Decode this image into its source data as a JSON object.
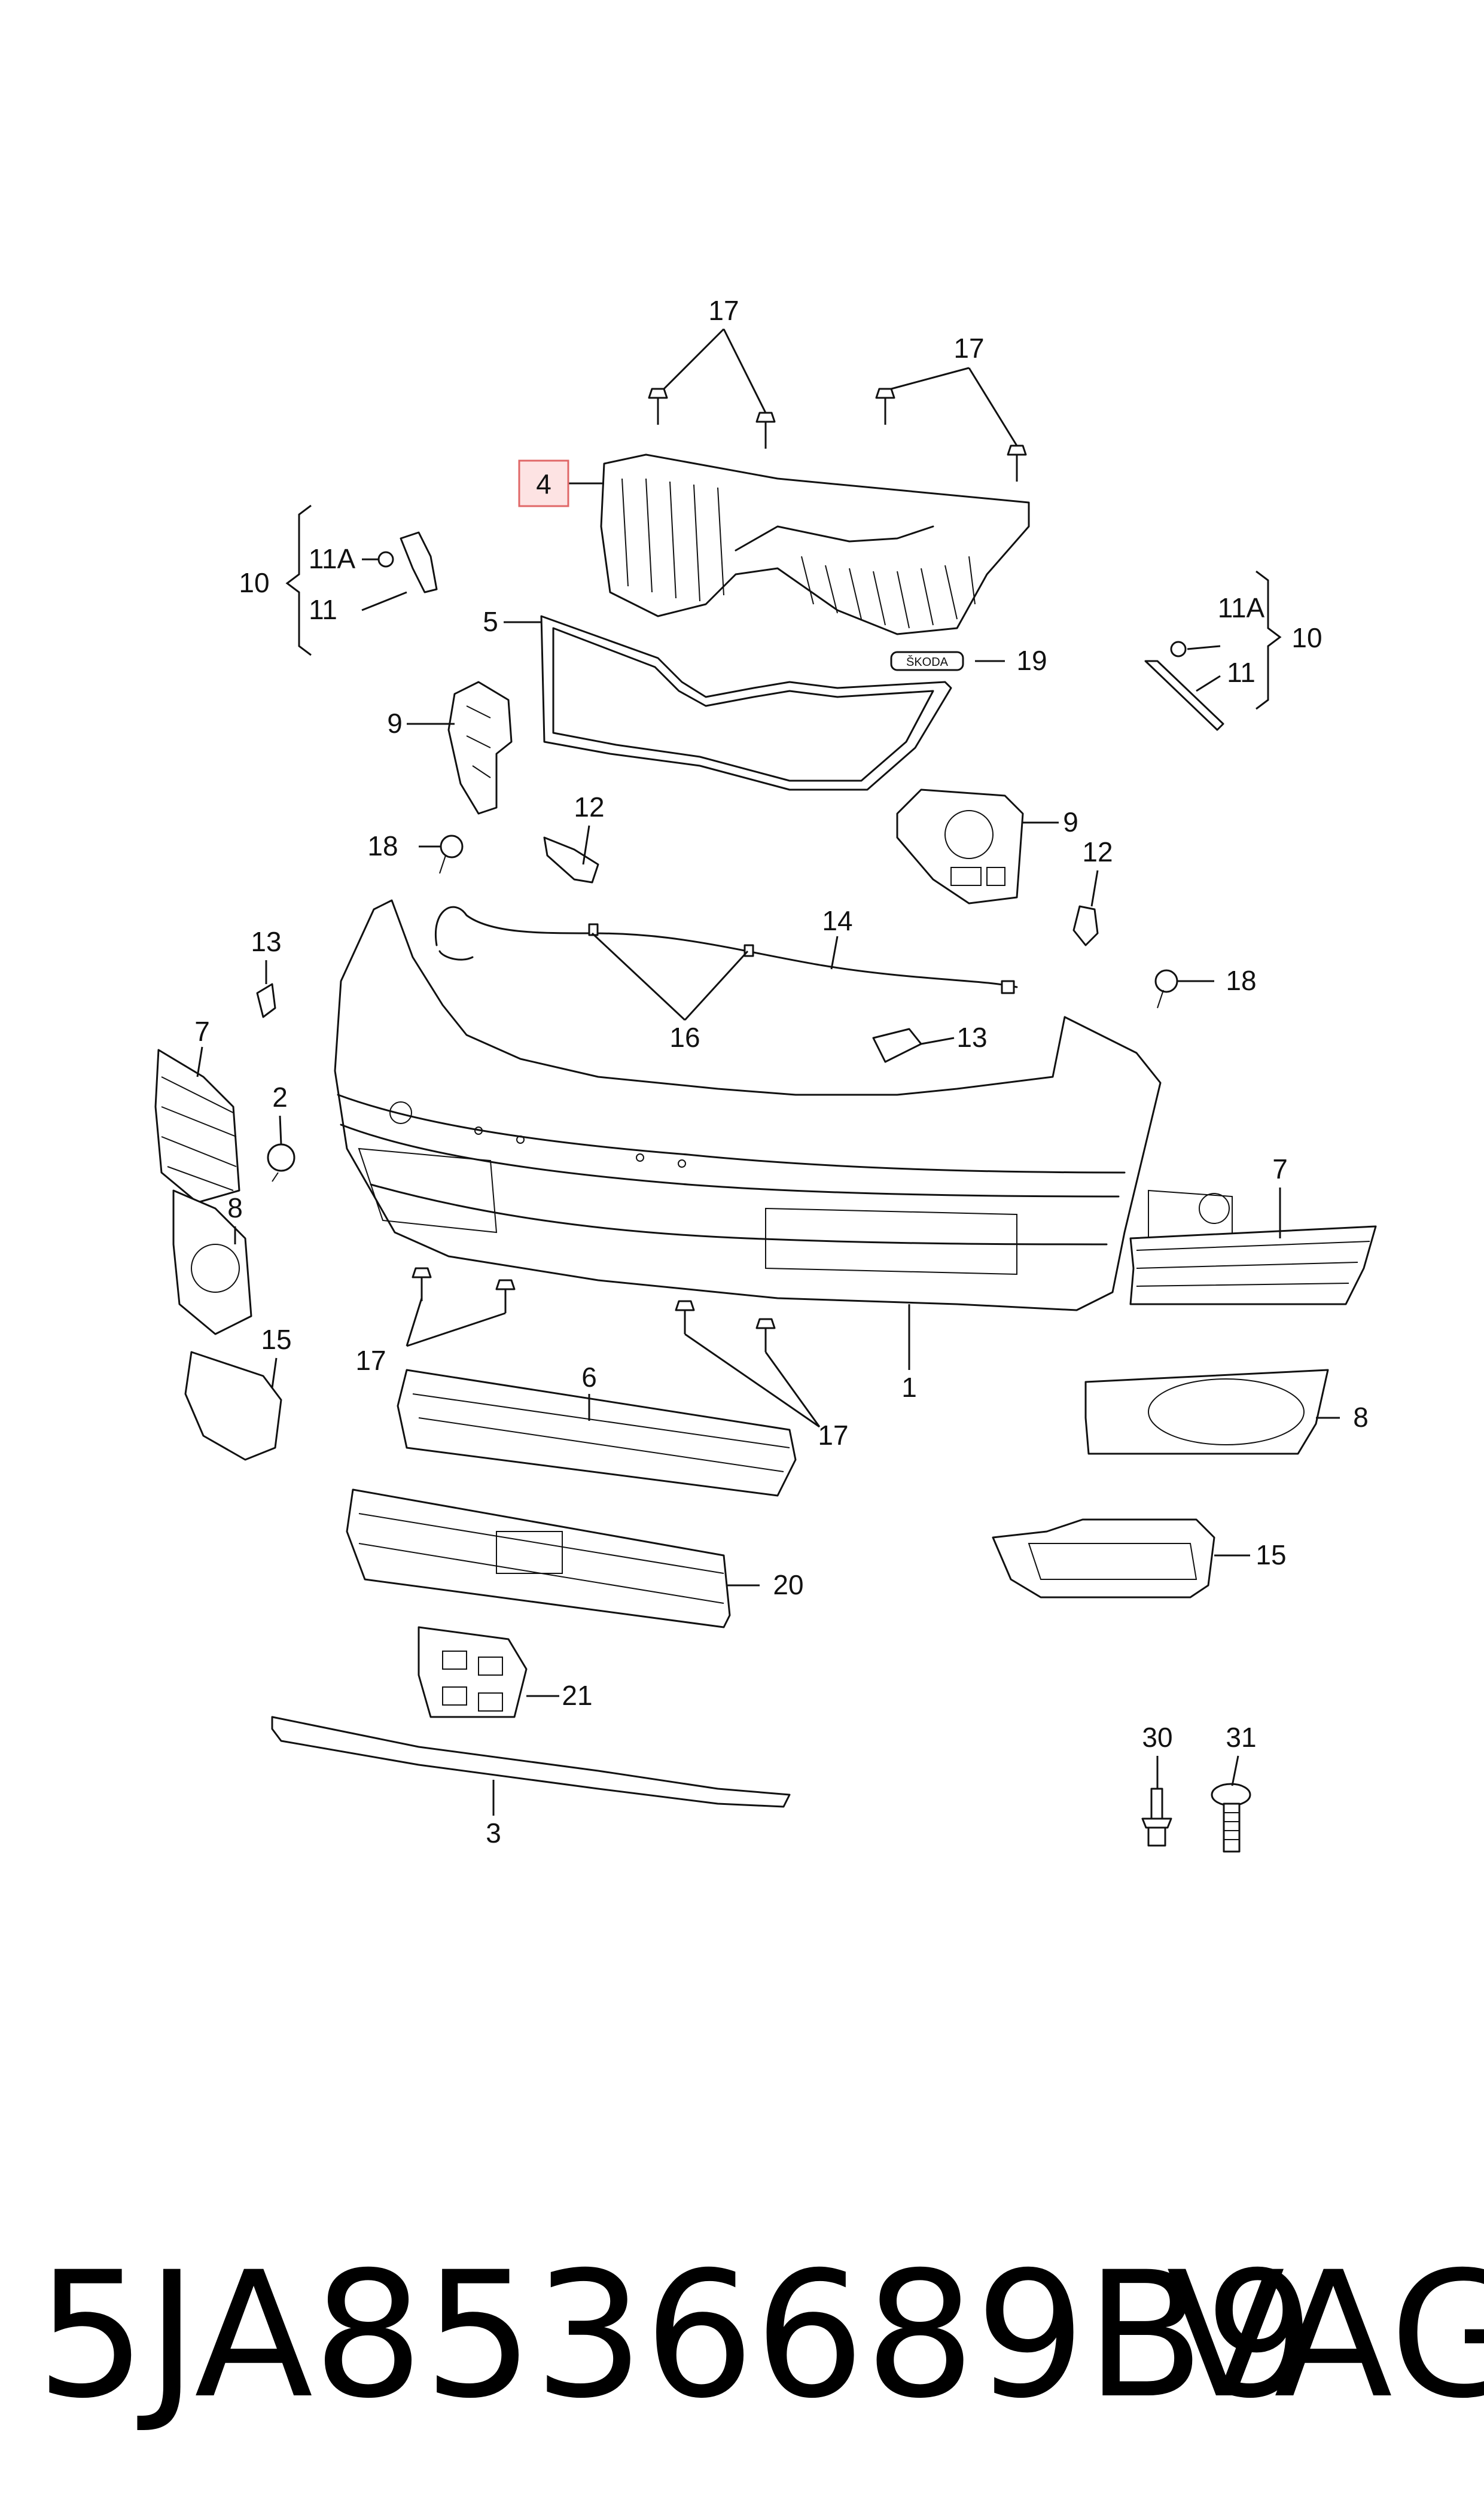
{
  "callouts": {
    "c1": "1",
    "c2": "2",
    "c3": "3",
    "c4": "4",
    "c5": "5",
    "c6": "6",
    "c7_left": "7",
    "c7_right": "7",
    "c8_left": "8",
    "c8_right": "8",
    "c9_left": "9",
    "c9_right": "9",
    "c10_left": "10",
    "c10_right": "10",
    "c11A_left": "11A",
    "c11A_right": "11A",
    "c11_left": "11",
    "c11_right": "11",
    "c12_left": "12",
    "c12_right": "12",
    "c13_left": "13",
    "c13_right": "13",
    "c14": "14",
    "c15_left": "15",
    "c15_right": "15",
    "c16": "16",
    "c17_top_left": "17",
    "c17_top_right": "17",
    "c17_mid_left": "17",
    "c17_mid_right": "17",
    "c18_left": "18",
    "c18_right": "18",
    "c19": "19",
    "c20": "20",
    "c21": "21",
    "c30": "30",
    "c31": "31"
  },
  "emblem_text": "ŠKODA",
  "footer": {
    "part_number": "5JA8536689B9",
    "brand": "VAG"
  }
}
